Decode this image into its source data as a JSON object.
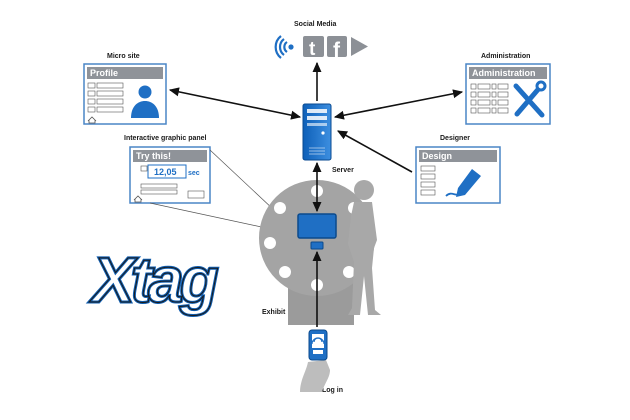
{
  "labels": {
    "social_media": "Social Media",
    "micro_site": "Micro site",
    "administration": "Administration",
    "interactive_panel": "Interactive graphic panel",
    "designer": "Designer",
    "server": "Server",
    "exhibit": "Exhibit",
    "log_in": "Log in"
  },
  "panels": {
    "profile_title": "Profile",
    "administration_title": "Administration",
    "try_title": "Try this!",
    "try_value": "12,05",
    "try_unit": "sec",
    "design_title": "Design"
  },
  "social": {
    "twitter_glyph": "t",
    "facebook_glyph": "f"
  },
  "logo": {
    "text": "Xtag"
  },
  "colors": {
    "accent": "#1f6fc4",
    "panel_header": "#8f9399",
    "panel_border": "#4a85c6",
    "exhibit_gray": "#9b9b9b",
    "person_gray": "#a8a8a8",
    "arrow": "#111111"
  },
  "icons": [
    "signal-icon",
    "twitter-icon",
    "facebook-icon",
    "play-icon",
    "server-icon",
    "user-avatar-icon",
    "tools-icon",
    "pencil-icon",
    "home-icon",
    "hand-phone-icon"
  ]
}
